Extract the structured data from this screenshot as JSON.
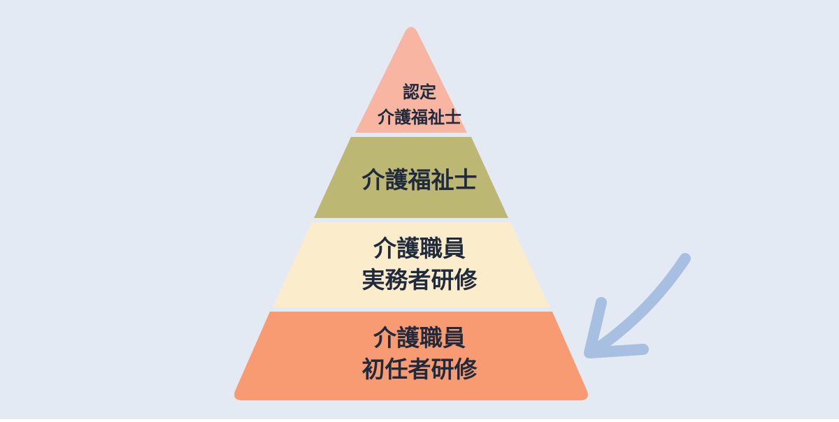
{
  "background_color": "#e4eaf3",
  "pyramid": {
    "levels": [
      {
        "lines": [
          "認定",
          "介護福祉士"
        ],
        "color": "#f8b5a2"
      },
      {
        "lines": [
          "介護福祉士"
        ],
        "color": "#bdb774"
      },
      {
        "lines": [
          "介護職員",
          "実務者研修"
        ],
        "color": "#fbeccb"
      },
      {
        "lines": [
          "介護職員",
          "初任者研修"
        ],
        "color": "#f99b72"
      }
    ],
    "text_color": "#1f2a3c"
  },
  "arrow": {
    "color": "#a7c0e1",
    "points_to_level": 3
  }
}
